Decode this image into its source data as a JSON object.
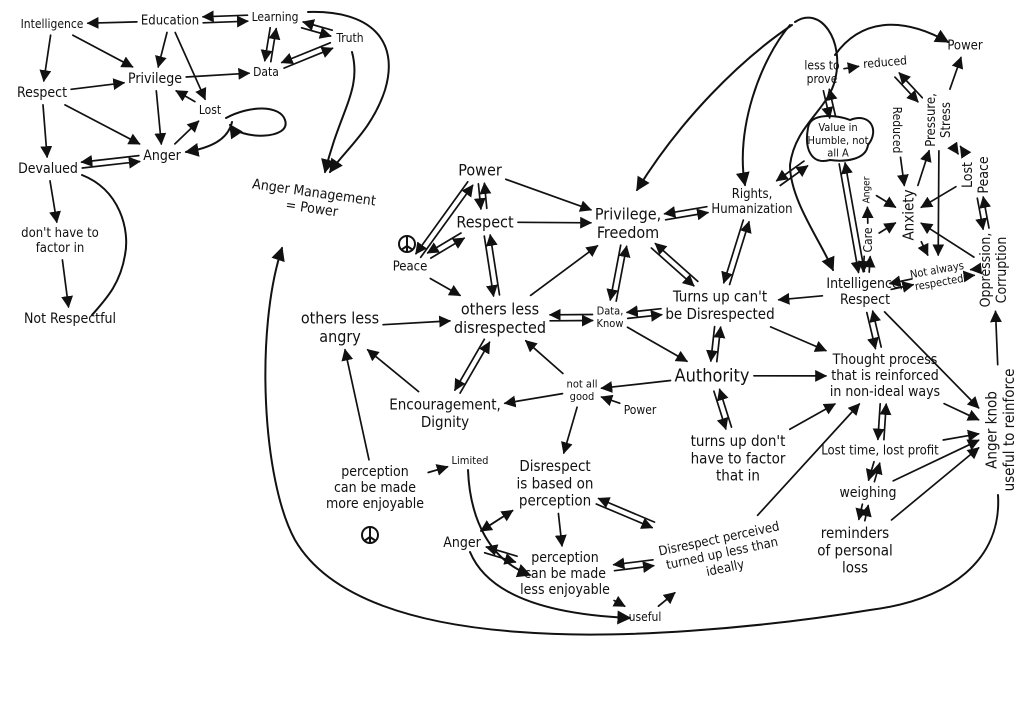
{
  "diagram": {
    "nodes": [
      {
        "id": "intelligence1",
        "lines": [
          "Intelligence"
        ]
      },
      {
        "id": "education",
        "lines": [
          "Education"
        ]
      },
      {
        "id": "learning",
        "lines": [
          "Learning"
        ]
      },
      {
        "id": "truth",
        "lines": [
          "Truth"
        ]
      },
      {
        "id": "respect1",
        "lines": [
          "Respect"
        ]
      },
      {
        "id": "privilege1",
        "lines": [
          "Privilege"
        ]
      },
      {
        "id": "data1",
        "lines": [
          "Data"
        ]
      },
      {
        "id": "lost1",
        "lines": [
          "Lost"
        ]
      },
      {
        "id": "devalued",
        "lines": [
          "Devalued"
        ]
      },
      {
        "id": "anger1",
        "lines": [
          "Anger"
        ]
      },
      {
        "id": "dont_factor",
        "lines": [
          "don't have to",
          "factor in"
        ]
      },
      {
        "id": "not_respectful",
        "lines": [
          "Not Respectful"
        ]
      },
      {
        "id": "anger_mgmt",
        "lines": [
          "Anger Management",
          "= Power"
        ]
      },
      {
        "id": "power2",
        "lines": [
          "Power"
        ]
      },
      {
        "id": "respect2",
        "lines": [
          "Respect"
        ]
      },
      {
        "id": "peace",
        "lines": [
          "Peace"
        ]
      },
      {
        "id": "privilege_freedom",
        "lines": [
          "Privilege,",
          "Freedom"
        ]
      },
      {
        "id": "rights",
        "lines": [
          "Rights,",
          "Humanization"
        ]
      },
      {
        "id": "others_less_angry",
        "lines": [
          "others less",
          "angry"
        ]
      },
      {
        "id": "others_less_disrespected",
        "lines": [
          "others less",
          "disrespected"
        ]
      },
      {
        "id": "data_know",
        "lines": [
          "Data,",
          "Know"
        ]
      },
      {
        "id": "turns_up",
        "lines": [
          "Turns up can't",
          "be Disrespected"
        ]
      },
      {
        "id": "authority",
        "lines": [
          "Authority"
        ]
      },
      {
        "id": "not_all_good",
        "lines": [
          "not all",
          "good"
        ]
      },
      {
        "id": "power3",
        "lines": [
          "Power"
        ]
      },
      {
        "id": "encouragement",
        "lines": [
          "Encouragement,",
          "Dignity"
        ]
      },
      {
        "id": "limited",
        "lines": [
          "Limited"
        ]
      },
      {
        "id": "perception1",
        "lines": [
          "perception",
          "can be made",
          "more enjoyable"
        ]
      },
      {
        "id": "disrespect_based",
        "lines": [
          "Disrespect",
          "is based on",
          "perception"
        ]
      },
      {
        "id": "turns_up_dont",
        "lines": [
          "turns up don't",
          "have to factor",
          "that in"
        ]
      },
      {
        "id": "anger3",
        "lines": [
          "Anger"
        ]
      },
      {
        "id": "perception2",
        "lines": [
          "perception",
          "can be made",
          "less enjoyable"
        ]
      },
      {
        "id": "useful",
        "lines": [
          "useful"
        ]
      },
      {
        "id": "disrespect_perceived",
        "lines": [
          "Disrespect perceived",
          "turned up less than",
          "ideally"
        ]
      },
      {
        "id": "intelligence_respect",
        "lines": [
          "Intelligence,",
          "Respect"
        ]
      },
      {
        "id": "thought",
        "lines": [
          "Thought process",
          "that is reinforced",
          "in non-ideal ways"
        ]
      },
      {
        "id": "lost_time",
        "lines": [
          "Lost time, lost profit"
        ]
      },
      {
        "id": "weighing",
        "lines": [
          "weighing"
        ]
      },
      {
        "id": "reminders",
        "lines": [
          "reminders",
          "of personal",
          "loss"
        ]
      },
      {
        "id": "anger_knob",
        "lines": [
          "Anger knob",
          "useful to reinforce"
        ]
      },
      {
        "id": "less_to_prove",
        "lines": [
          "less to",
          "prove"
        ]
      },
      {
        "id": "reduced1",
        "lines": [
          "reduced"
        ]
      },
      {
        "id": "power4",
        "lines": [
          "Power"
        ]
      },
      {
        "id": "value_humble",
        "lines": [
          "Value in",
          "Humble, not",
          "all A"
        ]
      },
      {
        "id": "reduced2",
        "lines": [
          "Reduced"
        ]
      },
      {
        "id": "pressure",
        "lines": [
          "Pressure,",
          "Stress"
        ]
      },
      {
        "id": "lost_peace",
        "lines": [
          "Lost",
          "Peace"
        ]
      },
      {
        "id": "anxiety",
        "lines": [
          "Anxiety"
        ]
      },
      {
        "id": "care",
        "lines": [
          "Care"
        ]
      },
      {
        "id": "anger4",
        "lines": [
          "Anger"
        ]
      },
      {
        "id": "not_always",
        "lines": [
          "Not always",
          "respected"
        ]
      },
      {
        "id": "oppression",
        "lines": [
          "Oppression,",
          "Corruption"
        ]
      }
    ],
    "edges": [
      [
        "education",
        "intelligence1"
      ],
      [
        "intelligence1",
        "privilege1"
      ],
      [
        "education",
        "privilege1"
      ],
      [
        "education",
        "learning",
        2
      ],
      [
        "learning",
        "data1",
        2
      ],
      [
        "learning",
        "truth",
        2
      ],
      [
        "truth",
        "data1",
        2
      ],
      [
        "privilege1",
        "data1"
      ],
      [
        "intelligence1",
        "respect1"
      ],
      [
        "respect1",
        "privilege1"
      ],
      [
        "respect1",
        "devalued"
      ],
      [
        "respect1",
        "anger1"
      ],
      [
        "privilege1",
        "anger1"
      ],
      [
        "devalued",
        "anger1",
        2
      ],
      [
        "devalued",
        "dont_factor"
      ],
      [
        "dont_factor",
        "not_respectful"
      ],
      [
        "lost1",
        "privilege1"
      ],
      [
        "anger1",
        "lost1"
      ],
      [
        "education",
        "lost1"
      ],
      [
        "power2",
        "respect2",
        2
      ],
      [
        "power2",
        "peace",
        2
      ],
      [
        "peace",
        "respect2",
        2
      ],
      [
        "respect2",
        "others_less_disrespected",
        2
      ],
      [
        "respect2",
        "privilege_freedom"
      ],
      [
        "power2",
        "privilege_freedom"
      ],
      [
        "peace",
        "others_less_disrespected"
      ],
      [
        "others_less_angry",
        "others_less_disrespected"
      ],
      [
        "others_less_disrespected",
        "privilege_freedom"
      ],
      [
        "privilege_freedom",
        "rights",
        2
      ],
      [
        "privilege_freedom",
        "data_know",
        2
      ],
      [
        "privilege_freedom",
        "turns_up",
        2
      ],
      [
        "rights",
        "turns_up",
        2
      ],
      [
        "rights",
        "value_humble",
        2
      ],
      [
        "data_know",
        "others_less_disrespected",
        2
      ],
      [
        "data_know",
        "turns_up",
        2
      ],
      [
        "data_know",
        "authority"
      ],
      [
        "authority",
        "turns_up",
        2
      ],
      [
        "authority",
        "not_all_good"
      ],
      [
        "not_all_good",
        "others_less_disrespected"
      ],
      [
        "power3",
        "not_all_good"
      ],
      [
        "authority",
        "turns_up_dont",
        2
      ],
      [
        "authority",
        "thought"
      ],
      [
        "turns_up",
        "thought"
      ],
      [
        "not_all_good",
        "encouragement"
      ],
      [
        "encouragement",
        "others_less_disrespected",
        2
      ],
      [
        "encouragement",
        "others_less_angry"
      ],
      [
        "perception1",
        "others_less_angry"
      ],
      [
        "perception1",
        "limited"
      ],
      [
        "not_all_good",
        "disrespect_based"
      ],
      [
        "disrespect_based",
        "anger3"
      ],
      [
        "anger3",
        "disrespect_based"
      ],
      [
        "disrespect_based",
        "perception2"
      ],
      [
        "disrespect_based",
        "disrespect_perceived",
        2
      ],
      [
        "anger3",
        "perception2",
        2
      ],
      [
        "perception2",
        "disrespect_perceived",
        2
      ],
      [
        "perception2",
        "useful"
      ],
      [
        "useful",
        "disrespect_perceived"
      ],
      [
        "disrespect_perceived",
        "thought"
      ],
      [
        "turns_up_dont",
        "thought"
      ],
      [
        "thought",
        "lost_time",
        2
      ],
      [
        "lost_time",
        "weighing",
        2
      ],
      [
        "weighing",
        "reminders",
        2
      ],
      [
        "lost_time",
        "anger_knob"
      ],
      [
        "weighing",
        "anger_knob"
      ],
      [
        "reminders",
        "anger_knob"
      ],
      [
        "thought",
        "anger_knob"
      ],
      [
        "intelligence_respect",
        "anger_knob"
      ],
      [
        "intelligence_respect",
        "thought",
        2
      ],
      [
        "intelligence_respect",
        "turns_up"
      ],
      [
        "value_humble",
        "intelligence_respect",
        2
      ],
      [
        "less_to_prove",
        "value_humble",
        2
      ],
      [
        "less_to_prove",
        "reduced1"
      ],
      [
        "reduced1",
        "pressure",
        2
      ],
      [
        "pressure",
        "power4"
      ],
      [
        "reduced2",
        "anxiety"
      ],
      [
        "care",
        "anxiety"
      ],
      [
        "anger4",
        "anxiety"
      ],
      [
        "care",
        "intelligence_respect",
        2
      ],
      [
        "anxiety",
        "pressure"
      ],
      [
        "lost_peace",
        "anxiety"
      ],
      [
        "pressure",
        "lost_peace",
        2
      ],
      [
        "lost_peace",
        "oppression",
        2
      ],
      [
        "oppression",
        "anxiety"
      ],
      [
        "anxiety",
        "not_always"
      ],
      [
        "intelligence_respect",
        "not_always",
        2
      ],
      [
        "not_always",
        "oppression",
        2
      ],
      [
        "anger_knob",
        "oppression"
      ],
      [
        "care",
        "anger4"
      ],
      [
        "pressure",
        "not_always"
      ]
    ]
  }
}
